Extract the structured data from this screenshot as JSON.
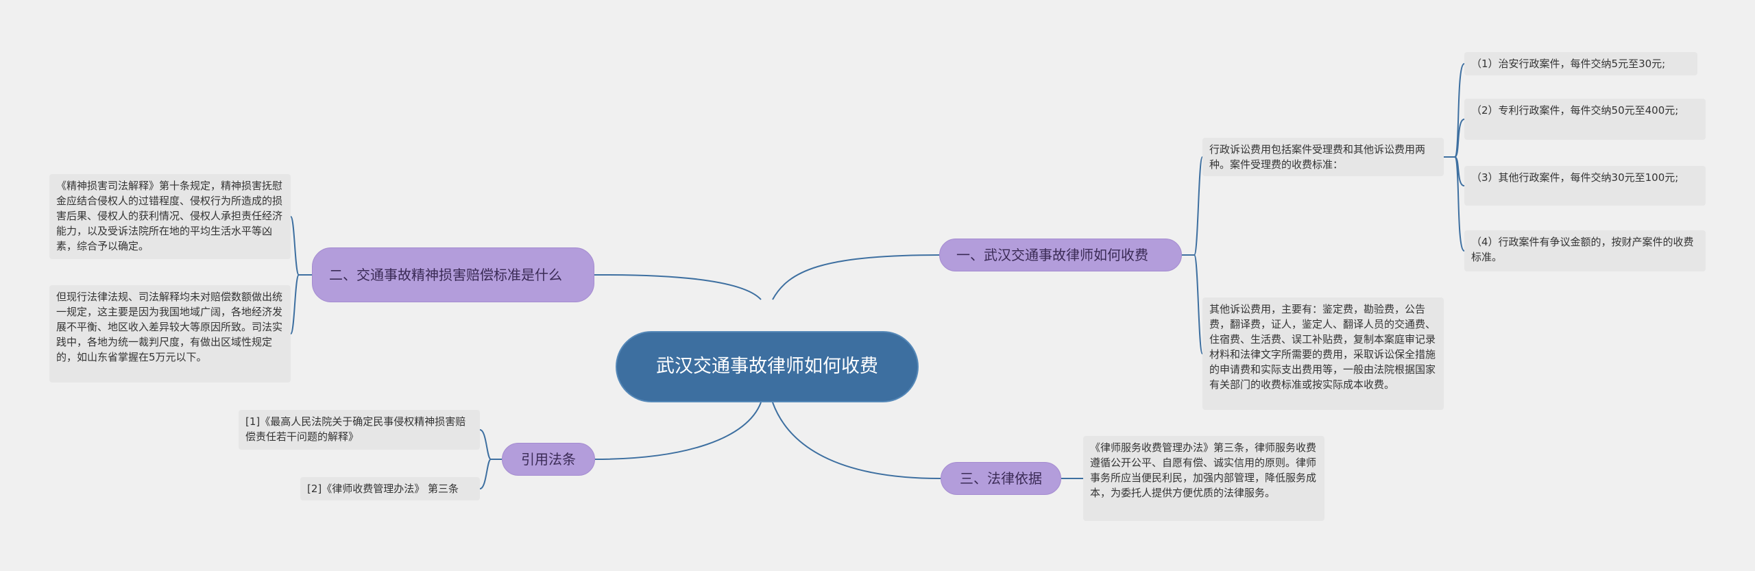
{
  "colors": {
    "background": "#f0f0f0",
    "root_fill": "#3d6fa0",
    "branch_fill": "#b39ddb",
    "leaf_fill": "#e6e6e6",
    "edge": "#3d6fa0"
  },
  "root": {
    "label": "武汉交通事故律师如何收费"
  },
  "branches": {
    "b1": {
      "label": "一、武汉交通事故律师如何收费",
      "leaf_main": "行政诉讼费用包括案件受理费和其他诉讼费用两种。案件受理费的收费标准：",
      "sub_leaves": [
        "（1）治安行政案件，每件交纳5元至30元;",
        "（2）专利行政案件，每件交纳50元至400元;",
        "（3）其他行政案件，每件交纳30元至100元;",
        "（4）行政案件有争议金额的，按财产案件的收费标准。"
      ],
      "leaf_other": "其他诉讼费用，主要有：鉴定费，勘验费，公告费，翻译费，证人，鉴定人、翻译人员的交通费、住宿费、生活费、误工补贴费，复制本案庭审记录材料和法律文字所需要的费用，采取诉讼保全措施的申请费和实际支出费用等，一般由法院根据国家有关部门的收费标准或按实际成本收费。"
    },
    "b2": {
      "label": "二、交通事故精神损害赔偿标准是什么",
      "leaves": [
        "《精神损害司法解释》第十条规定，精神损害抚慰金应结合侵权人的过错程度、侵权行为所造成的损害后果、侵权人的获利情况、侵权人承担责任经济能力，以及受诉法院所在地的平均生活水平等凶素，综合予以确定。",
        "但现行法律法规、司法解释均未对赔偿数额做出统一规定，这主要是因为我国地域广阔，各地经济发展不平衡、地区收入差异较大等原因所致。司法实践中，各地为统一裁判尺度，有做出区域性规定的，如山东省掌握在5万元以下。"
      ]
    },
    "b3": {
      "label": "三、法律依据",
      "leaves": [
        "《律师服务收费管理办法》第三条，律师服务收费遵循公开公平、自愿有偿、诚实信用的原则。律师事务所应当便民利民，加强内部管理，降低服务成本，为委托人提供方便优质的法律服务。"
      ]
    },
    "b4": {
      "label": "引用法条",
      "leaves": [
        "[1]《最高人民法院关于确定民事侵权精神损害赔偿责任若干问题的解释》",
        "[2]《律师收费管理办法》 第三条"
      ]
    }
  }
}
